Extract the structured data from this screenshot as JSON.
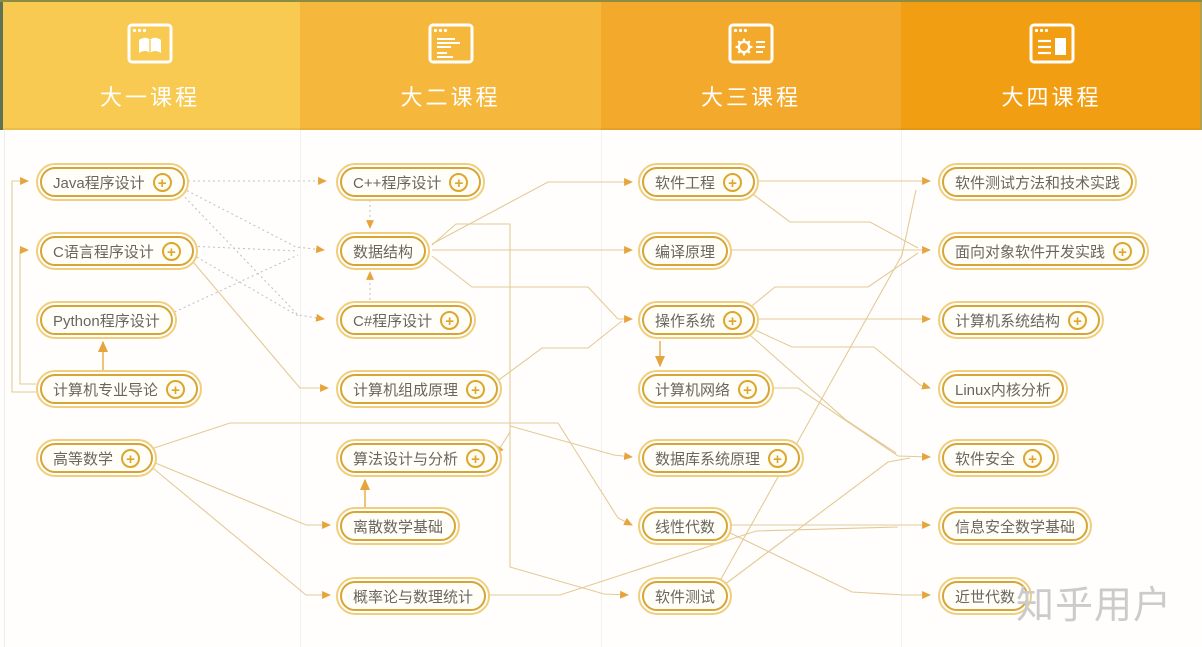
{
  "page": {
    "watermark": "知乎用户"
  },
  "icons": {
    "plus": "+"
  },
  "colors": {
    "header_year1": "#f8ca51",
    "header_year2": "#f6b83c",
    "header_year3": "#f3a92b",
    "header_year4": "#f19e13",
    "pill_border_outer": "#f0cf7c",
    "pill_border_inner": "#d8a434",
    "line_solid": "#e3ca97",
    "line_dotted": "#c3c3c3",
    "arrowhead": "#e6a43c"
  },
  "columns": [
    {
      "title": "大一课程",
      "icon": "browser-book-icon",
      "courses": [
        {
          "label": "Java程序设计",
          "plus": true
        },
        {
          "label": "C语言程序设计",
          "plus": true
        },
        {
          "label": "Python程序设计",
          "plus": false
        },
        {
          "label": "计算机专业导论",
          "plus": true
        },
        {
          "label": "高等数学",
          "plus": true
        }
      ]
    },
    {
      "title": "大二课程",
      "icon": "browser-text-icon",
      "courses": [
        {
          "label": "C++程序设计",
          "plus": true
        },
        {
          "label": "数据结构",
          "plus": false
        },
        {
          "label": "C#程序设计",
          "plus": true
        },
        {
          "label": "计算机组成原理",
          "plus": true
        },
        {
          "label": "算法设计与分析",
          "plus": true
        },
        {
          "label": "离散数学基础",
          "plus": false
        },
        {
          "label": "概率论与数理统计",
          "plus": false
        }
      ]
    },
    {
      "title": "大三课程",
      "icon": "browser-gear-icon",
      "courses": [
        {
          "label": "软件工程",
          "plus": true
        },
        {
          "label": "编译原理",
          "plus": false
        },
        {
          "label": "操作系统",
          "plus": true
        },
        {
          "label": "计算机网络",
          "plus": true
        },
        {
          "label": "数据库系统原理",
          "plus": true
        },
        {
          "label": "线性代数",
          "plus": false
        },
        {
          "label": "软件测试",
          "plus": false
        }
      ]
    },
    {
      "title": "大四课程",
      "icon": "browser-list-icon",
      "courses": [
        {
          "label": "软件测试方法和技术实践",
          "plus": false
        },
        {
          "label": "面向对象软件开发实践",
          "plus": true
        },
        {
          "label": "计算机系统结构",
          "plus": true
        },
        {
          "label": "Linux内核分析",
          "plus": false
        },
        {
          "label": "软件安全",
          "plus": true
        },
        {
          "label": "信息安全数学基础",
          "plus": false
        },
        {
          "label": "近世代数",
          "plus": false
        }
      ]
    }
  ],
  "edges": {
    "solid": [
      {
        "from": "计算机专业导论",
        "to": "Java程序设计"
      },
      {
        "from": "计算机专业导论",
        "to": "C语言程序设计"
      },
      {
        "from": "计算机专业导论",
        "to": "Python程序设计"
      },
      {
        "from": "C语言程序设计",
        "to": "计算机组成原理"
      },
      {
        "from": "高等数学",
        "to": "离散数学基础"
      },
      {
        "from": "高等数学",
        "to": "概率论与数理统计"
      },
      {
        "from": "高等数学",
        "to": "线性代数"
      },
      {
        "from": "数据结构",
        "to": "软件工程"
      },
      {
        "from": "数据结构",
        "to": "编译原理"
      },
      {
        "from": "数据结构",
        "to": "操作系统"
      },
      {
        "from": "数据结构",
        "to": "算法设计与分析"
      },
      {
        "from": "数据结构",
        "to": "数据库系统原理"
      },
      {
        "from": "数据结构",
        "to": "软件测试"
      },
      {
        "from": "计算机组成原理",
        "to": "操作系统"
      },
      {
        "from": "离散数学基础",
        "to": "算法设计与分析"
      },
      {
        "from": "操作系统",
        "to": "计算机网络"
      },
      {
        "from": "软件工程",
        "to": "软件测试方法和技术实践"
      },
      {
        "from": "软件工程",
        "to": "面向对象软件开发实践"
      },
      {
        "from": "编译原理",
        "to": "面向对象软件开发实践"
      },
      {
        "from": "操作系统",
        "to": "面向对象软件开发实践"
      },
      {
        "from": "操作系统",
        "to": "计算机系统结构"
      },
      {
        "from": "操作系统",
        "to": "Linux内核分析"
      },
      {
        "from": "操作系统",
        "to": "软件安全"
      },
      {
        "from": "计算机网络",
        "to": "软件安全"
      },
      {
        "from": "软件测试",
        "to": "软件测试方法和技术实践"
      },
      {
        "from": "软件测试",
        "to": "软件安全"
      },
      {
        "from": "线性代数",
        "to": "信息安全数学基础"
      },
      {
        "from": "线性代数",
        "to": "近世代数"
      },
      {
        "from": "概率论与数理统计",
        "to": "信息安全数学基础"
      }
    ],
    "dotted": [
      {
        "from": "Java程序设计",
        "to": "C++程序设计"
      },
      {
        "from": "Java程序设计",
        "to": "数据结构"
      },
      {
        "from": "Java程序设计",
        "to": "C#程序设计"
      },
      {
        "from": "C语言程序设计",
        "to": "数据结构"
      },
      {
        "from": "C语言程序设计",
        "to": "C#程序设计"
      },
      {
        "from": "Python程序设计",
        "to": "数据结构"
      },
      {
        "from": "C++程序设计",
        "to": "数据结构"
      },
      {
        "from": "C#程序设计",
        "to": "数据结构"
      }
    ]
  }
}
